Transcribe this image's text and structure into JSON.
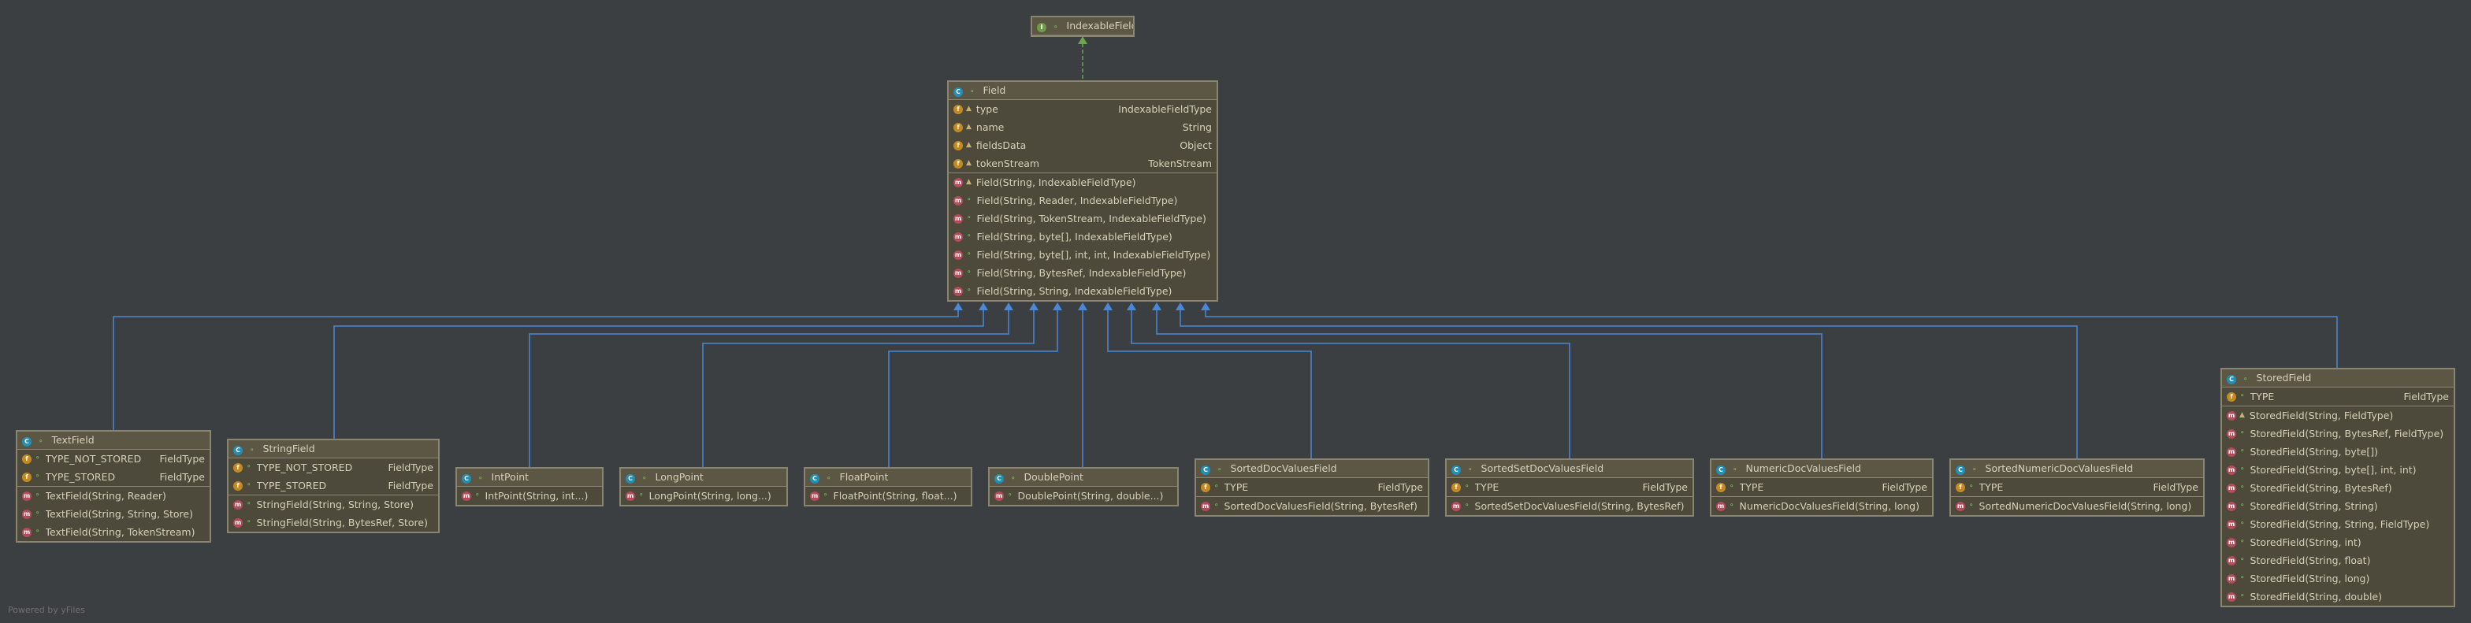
{
  "footer": "Powered by yFiles",
  "classes": {
    "indexable_field": {
      "name": "IndexableField",
      "kind": "interface"
    },
    "field": {
      "name": "Field",
      "fields": [
        {
          "name": "type",
          "type": "IndexableFieldType"
        },
        {
          "name": "name",
          "type": "String"
        },
        {
          "name": "fieldsData",
          "type": "Object"
        },
        {
          "name": "tokenStream",
          "type": "TokenStream"
        }
      ],
      "methods": [
        "Field(String, IndexableFieldType)",
        "Field(String, Reader, IndexableFieldType)",
        "Field(String, TokenStream, IndexableFieldType)",
        "Field(String, byte[], IndexableFieldType)",
        "Field(String, byte[], int, int, IndexableFieldType)",
        "Field(String, BytesRef, IndexableFieldType)",
        "Field(String, String, IndexableFieldType)"
      ]
    },
    "text_field": {
      "name": "TextField",
      "fields": [
        {
          "name": "TYPE_NOT_STORED",
          "type": "FieldType"
        },
        {
          "name": "TYPE_STORED",
          "type": "FieldType"
        }
      ],
      "methods": [
        "TextField(String, Reader)",
        "TextField(String, String, Store)",
        "TextField(String, TokenStream)"
      ]
    },
    "string_field": {
      "name": "StringField",
      "fields": [
        {
          "name": "TYPE_NOT_STORED",
          "type": "FieldType"
        },
        {
          "name": "TYPE_STORED",
          "type": "FieldType"
        }
      ],
      "methods": [
        "StringField(String, String, Store)",
        "StringField(String, BytesRef, Store)"
      ]
    },
    "int_point": {
      "name": "IntPoint",
      "methods": [
        "IntPoint(String, int...)"
      ]
    },
    "long_point": {
      "name": "LongPoint",
      "methods": [
        "LongPoint(String, long...)"
      ]
    },
    "float_point": {
      "name": "FloatPoint",
      "methods": [
        "FloatPoint(String, float...)"
      ]
    },
    "double_point": {
      "name": "DoublePoint",
      "methods": [
        "DoublePoint(String, double...)"
      ]
    },
    "sorted_doc_values_field": {
      "name": "SortedDocValuesField",
      "fields": [
        {
          "name": "TYPE",
          "type": "FieldType"
        }
      ],
      "methods": [
        "SortedDocValuesField(String, BytesRef)"
      ]
    },
    "sorted_set_doc_values_field": {
      "name": "SortedSetDocValuesField",
      "fields": [
        {
          "name": "TYPE",
          "type": "FieldType"
        }
      ],
      "methods": [
        "SortedSetDocValuesField(String, BytesRef)"
      ]
    },
    "numeric_doc_values_field": {
      "name": "NumericDocValuesField",
      "fields": [
        {
          "name": "TYPE",
          "type": "FieldType"
        }
      ],
      "methods": [
        "NumericDocValuesField(String, long)"
      ]
    },
    "sorted_numeric_doc_values_field": {
      "name": "SortedNumericDocValuesField",
      "fields": [
        {
          "name": "TYPE",
          "type": "FieldType"
        }
      ],
      "methods": [
        "SortedNumericDocValuesField(String, long)"
      ]
    },
    "stored_field": {
      "name": "StoredField",
      "fields": [
        {
          "name": "TYPE",
          "type": "FieldType"
        }
      ],
      "methods": [
        "StoredField(String, FieldType)",
        "StoredField(String, BytesRef, FieldType)",
        "StoredField(String, byte[])",
        "StoredField(String, byte[], int, int)",
        "StoredField(String, BytesRef)",
        "StoredField(String, String)",
        "StoredField(String, String, FieldType)",
        "StoredField(String, int)",
        "StoredField(String, float)",
        "StoredField(String, long)",
        "StoredField(String, double)"
      ]
    }
  }
}
